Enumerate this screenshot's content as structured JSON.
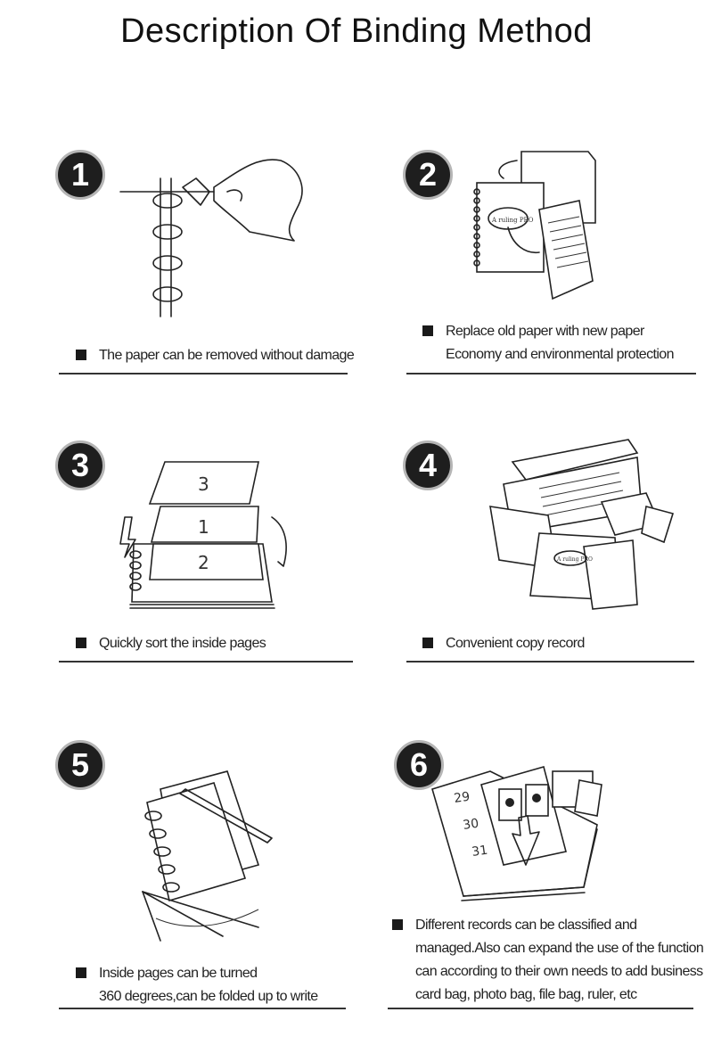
{
  "title": "Description Of Binding Method",
  "panels": [
    {
      "number": "1",
      "lines": [
        "The paper can be removed without damage"
      ]
    },
    {
      "number": "2",
      "lines": [
        "Replace old paper with new paper",
        "Economy and environmental protection"
      ],
      "logo_text": "A ruling PRO"
    },
    {
      "number": "3",
      "lines": [
        "Quickly sort the inside pages"
      ],
      "page_marks": [
        "3",
        "1",
        "2"
      ]
    },
    {
      "number": "4",
      "lines": [
        "Convenient copy  record"
      ],
      "logo_text": "A ruling PRO"
    },
    {
      "number": "5",
      "lines": [
        "Inside pages can be turned",
        "360 degrees,can be folded up to write"
      ]
    },
    {
      "number": "6",
      "lines": [
        "Different records can be classified and",
        "managed.Also can expand the use of the function",
        "can according to their own needs to add business",
        "card bag, photo bag, file bag, ruler, etc"
      ],
      "calendar_numbers": [
        "29",
        "30",
        "31"
      ]
    }
  ]
}
